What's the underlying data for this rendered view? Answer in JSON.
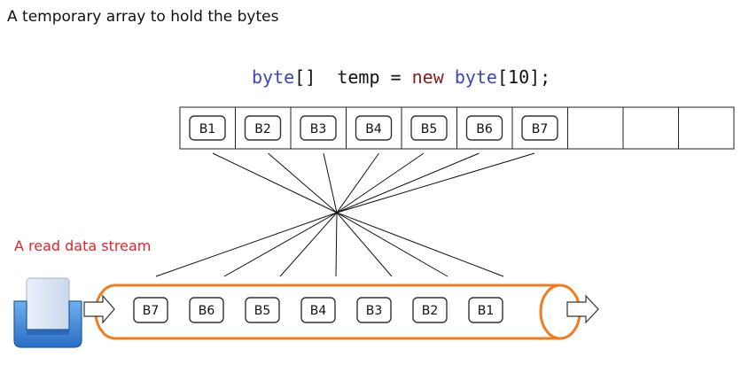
{
  "title": "A temporary array to hold the bytes",
  "code": {
    "type1": "byte",
    "brackets": "[]",
    "var": "  temp = ",
    "new_kw": "new",
    "type2": "byte",
    "tail": "[10];"
  },
  "array_cells": [
    "B1",
    "B2",
    "B3",
    "B4",
    "B5",
    "B6",
    "B7",
    "",
    "",
    ""
  ],
  "stream_label": "A read data stream",
  "stream_items": [
    "B7",
    "B6",
    "B5",
    "B4",
    "B3",
    "B2",
    "B1"
  ],
  "colors": {
    "pipe": "#f07c1e",
    "stream_label": "#e0252b",
    "type_keyword": "#3a47b8",
    "new_keyword": "#8b1a1a",
    "tray": "#3a7fd6"
  },
  "icons": [
    "inbox-tray-icon",
    "right-arrow-icon"
  ]
}
